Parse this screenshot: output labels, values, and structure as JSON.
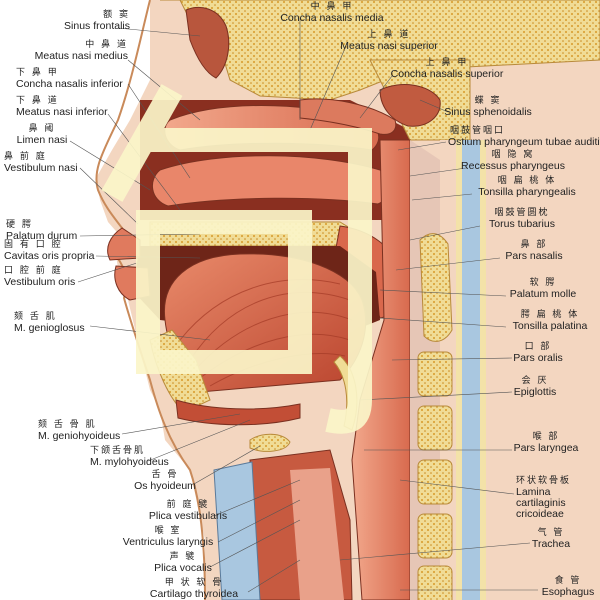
{
  "colors": {
    "tissue_red": "#c7573f",
    "tissue_light": "#e98a6a",
    "bone": "#f0dc96",
    "bone_dot": "#d89a2a",
    "cartilage_blue": "#a9c7e0",
    "watermark": "#fbf6c9"
  },
  "watermark": {
    "text": "句"
  },
  "labels_left": [
    {
      "zh": "额 窦",
      "la": "Sinus frontalis"
    },
    {
      "zh": "中 鼻 道",
      "la": "Meatus nasi medius"
    },
    {
      "zh": "下 鼻 甲",
      "la": "Concha nasalis inferior"
    },
    {
      "zh": "下 鼻 道",
      "la": "Meatus nasi inferior"
    },
    {
      "zh": "鼻 阈",
      "la": "Limen nasi"
    },
    {
      "zh": "鼻 前 庭",
      "la": "Vestibulum nasi"
    },
    {
      "zh": "硬 腭",
      "la": "Palatum durum"
    },
    {
      "zh": "固 有 口 腔",
      "la": "Cavitas oris propria"
    },
    {
      "zh": "口 腔 前 庭",
      "la": "Vestibulum oris"
    },
    {
      "zh": "颏 舌 肌",
      "la": "M. genioglosus"
    },
    {
      "zh": "颏 舌 骨 肌",
      "la": "M. geniohyoideus"
    },
    {
      "zh": "下颌舌骨肌",
      "la": "M. mylohyoideus"
    },
    {
      "zh": "舌 骨",
      "la": "Os hyoideum"
    },
    {
      "zh": "前 庭 襞",
      "la": "Plica vestibularis"
    },
    {
      "zh": "喉 室",
      "la": "Ventriculus laryngis"
    },
    {
      "zh": "声 襞",
      "la": "Plica vocalis"
    },
    {
      "zh": "甲 状 软 骨",
      "la": "Cartilago thyroidea"
    }
  ],
  "labels_right": [
    {
      "zh": "中 鼻 甲",
      "la": "Concha nasalis media"
    },
    {
      "zh": "上 鼻 道",
      "la": "Meatus nasi superior"
    },
    {
      "zh": "上 鼻 甲",
      "la": "Concha nasalis superior"
    },
    {
      "zh": "蝶 窦",
      "la": "Sinus sphenoidalis"
    },
    {
      "zh": "咽鼓管咽口",
      "la": "Ostium pharyngeum tubae auditivae"
    },
    {
      "zh": "咽 隐 窝",
      "la": "Recessus pharyngeus"
    },
    {
      "zh": "咽 扁 桃 体",
      "la": "Tonsilla pharyngealis"
    },
    {
      "zh": "咽鼓管圆枕",
      "la": "Torus tubarius"
    },
    {
      "zh": "鼻 部",
      "la": "Pars nasalis"
    },
    {
      "zh": "软 腭",
      "la": "Palatum molle"
    },
    {
      "zh": "腭 扁 桃 体",
      "la": "Tonsilla palatina"
    },
    {
      "zh": "口 部",
      "la": "Pars oralis"
    },
    {
      "zh": "会 厌",
      "la": "Epiglottis"
    },
    {
      "zh": "喉 部",
      "la": "Pars laryngea"
    },
    {
      "zh": "环状软骨板",
      "la": "Lamina cartilaginis cricoideae"
    },
    {
      "zh": "气 管",
      "la": "Trachea"
    },
    {
      "zh": "食 管",
      "la": "Esophagus"
    }
  ]
}
